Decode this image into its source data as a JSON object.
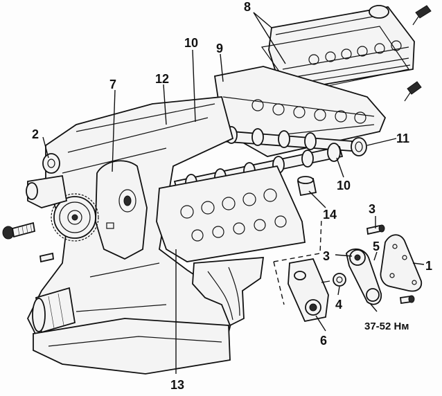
{
  "callouts": {
    "c1": "1",
    "c2": "2",
    "c3a": "3",
    "c3b": "3",
    "c4": "4",
    "c5": "5",
    "c6": "6",
    "c7": "7",
    "c8": "8",
    "c9": "9",
    "c10a": "10",
    "c10b": "10",
    "c11": "11",
    "c12": "12",
    "c13": "13",
    "c14": "14"
  },
  "torque_label": "37-52 Нм"
}
